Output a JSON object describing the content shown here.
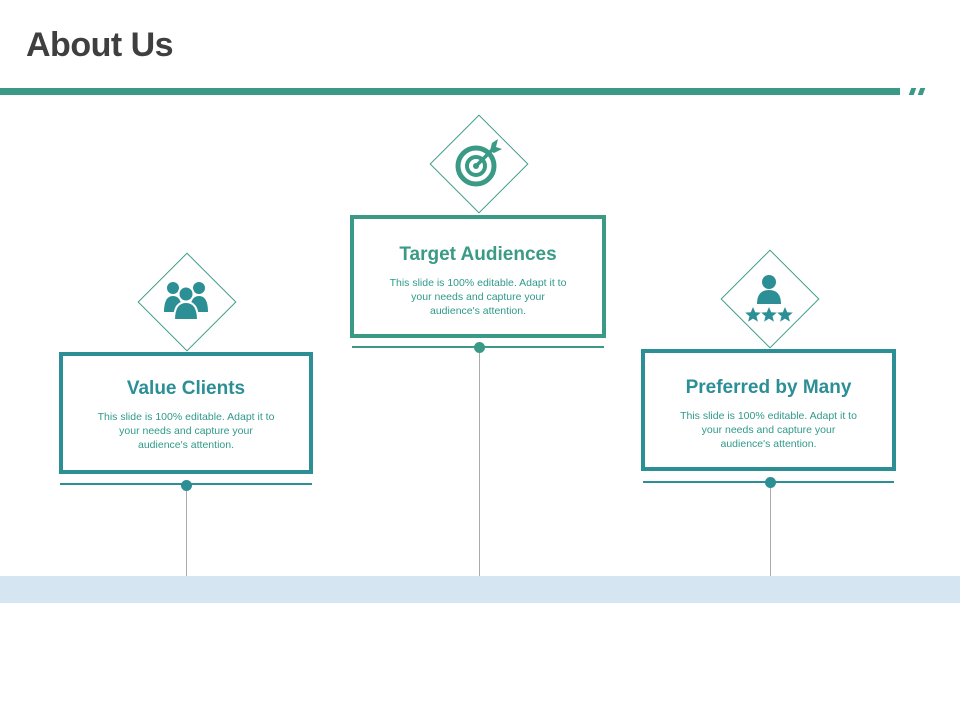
{
  "page": {
    "title": "About Us"
  },
  "colors": {
    "accent": "#3a9a86",
    "teal": "#2c8f95",
    "band": "#d5e6f2"
  },
  "items": [
    {
      "title": "Value Clients",
      "body": "This slide is 100% editable. Adapt it to your needs and capture your audience's attention.",
      "icon": "users-group-icon"
    },
    {
      "title": "Target Audiences",
      "body": "This slide is 100% editable. Adapt it to your needs and capture your audience's attention.",
      "icon": "target-arrow-icon"
    },
    {
      "title": "Preferred by Many",
      "body": "This slide is 100% editable. Adapt it to your needs and capture your audience's attention.",
      "icon": "person-stars-icon"
    }
  ]
}
